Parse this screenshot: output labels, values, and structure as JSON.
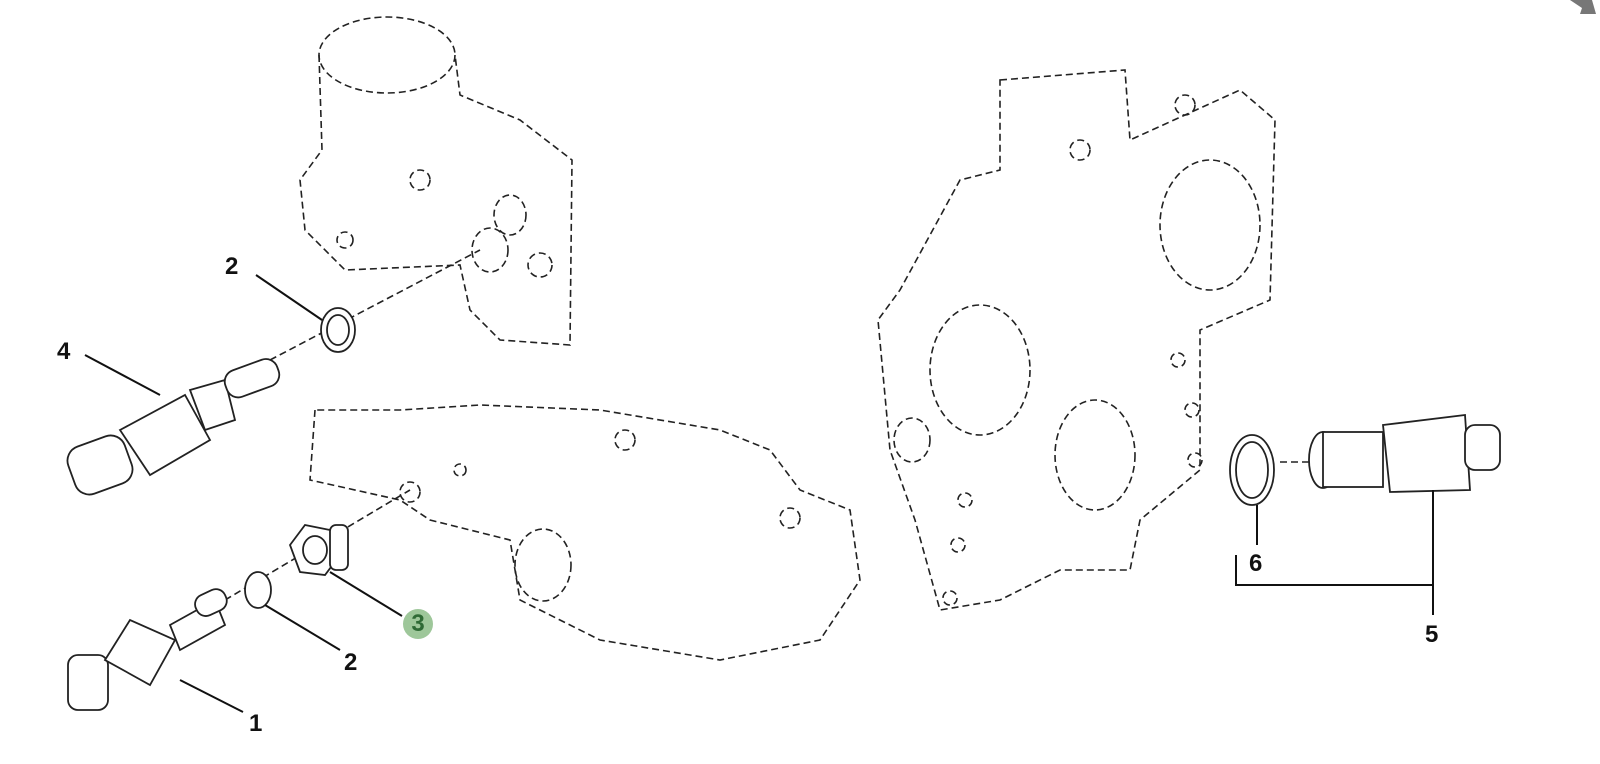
{
  "callouts": [
    {
      "id": "c2a",
      "label": "2",
      "part": "sealing-ring"
    },
    {
      "id": "c4",
      "label": "4",
      "part": "temperature-sensor"
    },
    {
      "id": "c2b",
      "label": "2",
      "part": "sealing-ring"
    },
    {
      "id": "c3",
      "label": "3",
      "part": "adapter-nut",
      "selected": true
    },
    {
      "id": "c1",
      "label": "1",
      "part": "sensor"
    },
    {
      "id": "c6",
      "label": "6",
      "part": "sealing-ring"
    },
    {
      "id": "c5",
      "label": "5",
      "part": "sensor-assembly"
    }
  ],
  "colors": {
    "highlight_bg": "#9ec79a",
    "highlight_text": "#2f6a35",
    "line": "#111111"
  },
  "icons": {
    "corner": "expand-arrow-icon"
  }
}
